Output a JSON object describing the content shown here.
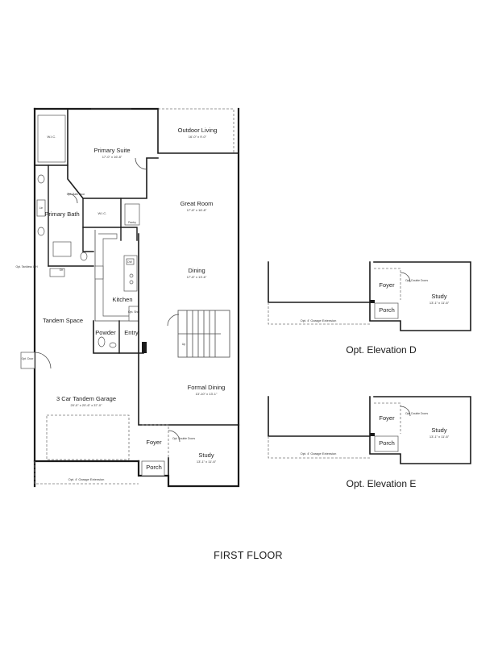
{
  "title": "FIRST FLOOR",
  "main_plan": {
    "rooms": {
      "wic_left": "W.I.C.",
      "primary_suite": "Primary Suite",
      "primary_suite_dim": "17'-0\" x 16'-8\"",
      "outdoor_living": "Outdoor Living",
      "outdoor_living_dim": "16'-0\" x 9'-0\"",
      "opt_bath_door": "Opt. Bath Door",
      "great_room": "Great Room",
      "great_room_dim": "17'-8\" x 16'-8\"",
      "lin": "Lin",
      "primary_bath": "Primary Bath",
      "wic_center": "W.I.C.",
      "pantry": "Pantry",
      "dw": "DW",
      "opt_tankless": "Opt. Tankless WH",
      "sh": "SH",
      "dining": "Dining",
      "dining_dim": "17'-8\" x 13'-6\"",
      "kitchen": "Kitchen",
      "tandem_space": "Tandem Space",
      "powder": "Powder",
      "entry": "Entry",
      "opt_shel": "Opt. Shel",
      "up": "Up",
      "opt_door": "Opt. Door",
      "formal_dining": "Formal Dining",
      "formal_dining_dim": "13'-10\" x 13'-1\"",
      "garage": "3 Car Tandem Garage",
      "garage_dim": "20'-0\" x 20'-6\" x 37'-0\"",
      "opt_double_doors": "Opt. Double Doors",
      "foyer": "Foyer",
      "study": "Study",
      "study_dim": "13'-1\" x 11'-6\"",
      "porch": "Porch",
      "garage_ext": "Opt. 4' Garage Extension"
    }
  },
  "elevation_d": {
    "caption": "Opt. Elevation D",
    "garage_ext": "Opt. 4' Garage Extension",
    "foyer": "Foyer",
    "porch": "Porch",
    "opt_double_doors": "Opt. Double Doors",
    "study": "Study",
    "study_dim": "13'-1\" x 11'-6\""
  },
  "elevation_e": {
    "caption": "Opt. Elevation E",
    "garage_ext": "Opt. 4' Garage Extension",
    "foyer": "Foyer",
    "porch": "Porch",
    "opt_double_doors": "Opt. Double Doors",
    "study": "Study",
    "study_dim": "13'-1\" x 11'-6\""
  }
}
